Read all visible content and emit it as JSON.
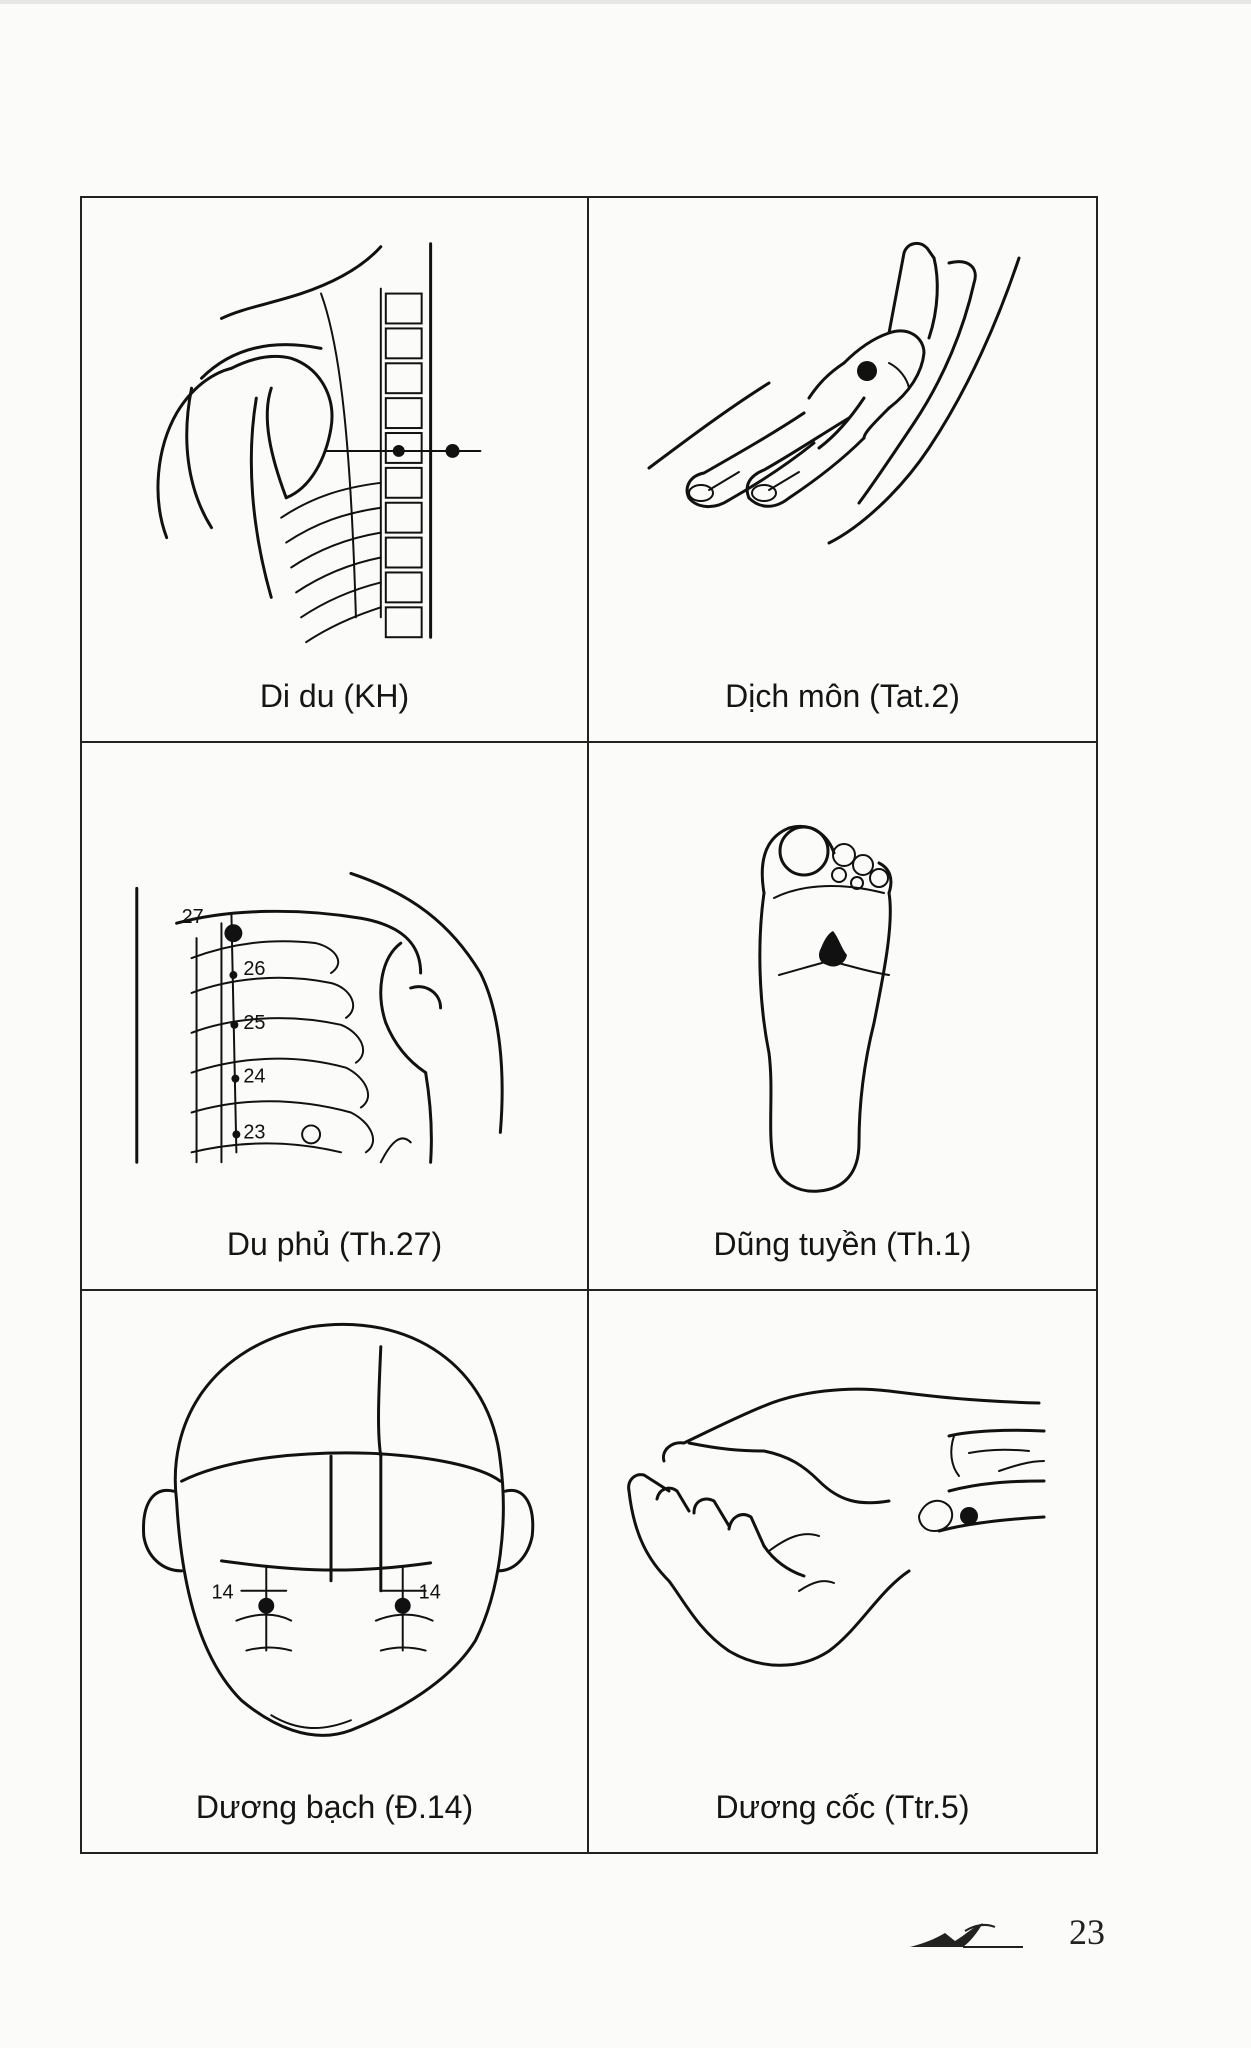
{
  "cells": [
    {
      "caption": "Di du (KH)",
      "icon": "shoulder-back-icon"
    },
    {
      "caption": "Dịch môn (Tat.2)",
      "icon": "hand-fingers-icon"
    },
    {
      "caption": "Du phủ (Th.27)",
      "icon": "chest-ribs-icon",
      "marks": [
        "27",
        "26",
        "25",
        "24",
        "23"
      ]
    },
    {
      "caption": "Dũng tuyền (Th.1)",
      "icon": "foot-sole-icon"
    },
    {
      "caption": "Dương bạch (Đ.14)",
      "icon": "head-front-icon",
      "marks": [
        "14",
        "14"
      ]
    },
    {
      "caption": "Dương cốc (Ttr.5)",
      "icon": "wrist-hand-icon"
    }
  ],
  "footer": {
    "page_number": "23"
  }
}
